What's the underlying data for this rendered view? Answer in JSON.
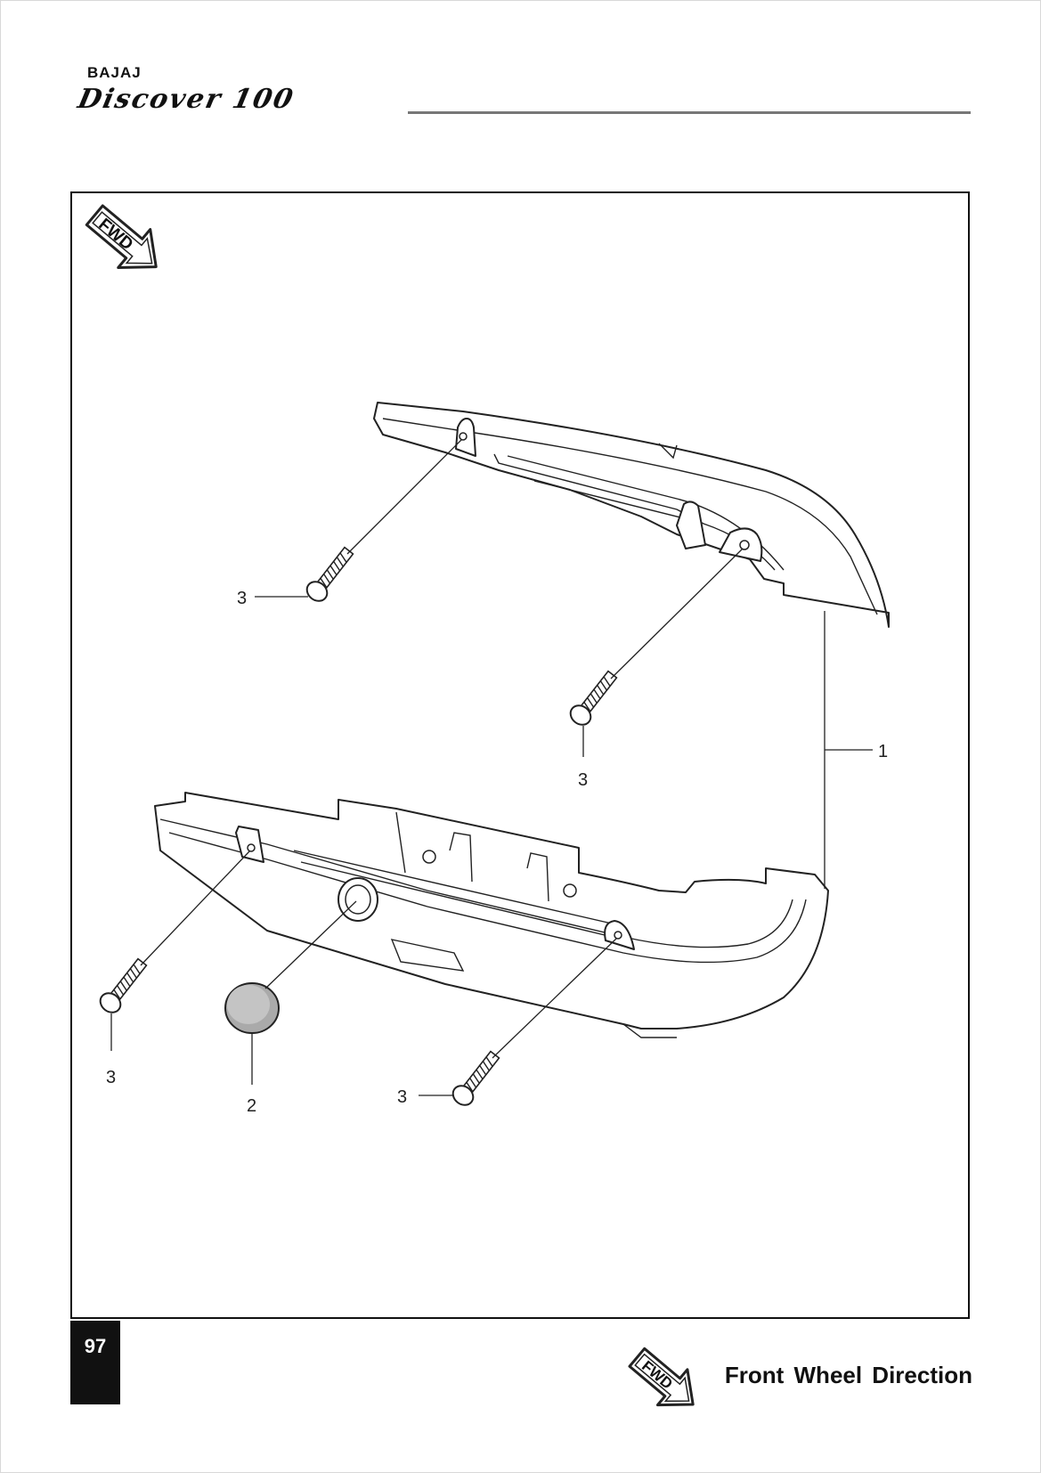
{
  "header": {
    "brand_maker": "BAJAJ",
    "brand_model": "Discover 100"
  },
  "diagram": {
    "fwd_label": "FWD",
    "callouts": {
      "item_1": "1",
      "item_2": "2",
      "item_3": "3"
    }
  },
  "footer": {
    "page_number": "97",
    "fwd_label": "FWD",
    "legend_text": "Front Wheel Direction"
  },
  "icons": {
    "fwd_arrow": "fwd-arrow-icon"
  }
}
